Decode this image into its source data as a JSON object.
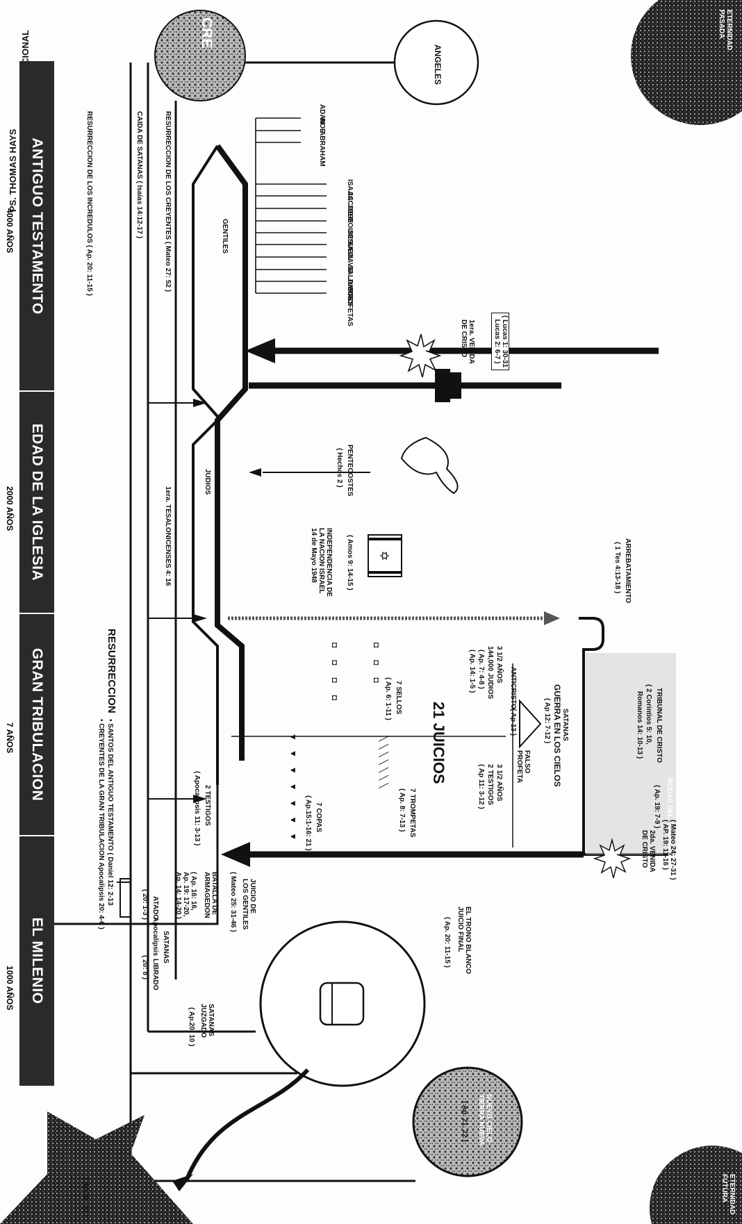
{
  "credits": {
    "author": "PS. THOMAS HAYS",
    "ministry": "MINISTERIO PRECEPTO INTERNACIONAL"
  },
  "eternity": {
    "past_l1": "ETERNIDAD",
    "past_l2": "PASADA",
    "future_l1": "ETERNIDAD",
    "future_l2": "FUTURA"
  },
  "creation": "CRE",
  "angels": "ANGELES",
  "patriarchs": [
    "ADAN",
    "NOE",
    "ABRAHAM",
    "ISAAC",
    "JACOB",
    "JOSE",
    "MOISES",
    "JOSUE",
    "SAUL",
    "DAVID",
    "SALOMON",
    "JUECES",
    "PROFETAS"
  ],
  "lines": {
    "resurrection_unbelievers": "RESURRECCION DE LOS INCREDULOS  ( Ap. 20: 11-15 )",
    "fall_of_satan": "CAIDA DE SATANAS  ( Isaías 14:12-17 )",
    "resurrection_believers": "RESURRECCION DE LOS CREYENTES  ( Mateo 27: 52 )",
    "thessalonians": "1era. TESALONICENSES 4: 16"
  },
  "tracks": {
    "gentiles": "GENTILES",
    "judios": "JUDIOS"
  },
  "first_coming": {
    "title": "1era. VENIDA\nDE CRISTO",
    "refs": "( Lucas 1: 30-31\n  Lucas 2: 6-7 )"
  },
  "pentecost": {
    "title": "PENTECOSTES",
    "ref": "( Hechos 2 )"
  },
  "israel": {
    "ref": "( Amos 9: 14-15 )",
    "l1": "INDEPENDENCIA DE",
    "l2": "LA NACION ISRAEL",
    "l3": "14 de Mayo 1948"
  },
  "rapture": {
    "title": "ARREBATAMIENTO",
    "ref": "( 1 Tes 4:13-18 )"
  },
  "judgment_seat": {
    "title": "TRIBUNAL DE CRISTO",
    "ref1": "( 2 Corintios 5: 10,",
    "ref2": "Romanos 14: 10-13 )"
  },
  "wedding": {
    "title": "BODAS DEL CORDERO",
    "ref": "( Ap. 19: 7-9 )"
  },
  "war_in_heaven": {
    "title": "GUERRA EN LOS CIELOS",
    "ref": "( Ap 12: 7-12 )"
  },
  "trinity_of_evil": {
    "satan": "SATANAS",
    "antichrist": "ANTICRISTO",
    "antichrist_ref": "( Ap 13 )",
    "false_prophet": "FALSO\nPROFETA"
  },
  "tribulation": {
    "first_half": {
      "title": "3 1/2 AÑOS",
      "l1": "144,000 JUDIOS",
      "l2": "( Ap. 7: 4-8 )",
      "l3": "( Ap. 14: 1-5 )"
    },
    "second_half": {
      "title": "3 1/2 AÑOS",
      "l1": "2 TESTIGOS",
      "l2": "( Ap 11: 3-12 )"
    },
    "judgments_title": "21 JUICIOS",
    "seals": {
      "title": "7 SELLOS",
      "ref": "( Ap. 6: 1-11 )"
    },
    "trumpets": {
      "title": "7 TROMPETAS",
      "ref": "( Ap. 8: 7-13 )"
    },
    "bowls": {
      "title": "7 COPAS",
      "ref": "( Ap.15:1-16: 21 )"
    },
    "two_witnesses": {
      "title": "2 TESTIGOS",
      "ref": "( Apocalipsis 11: 3-13 )"
    }
  },
  "second_coming": {
    "title": "2da. VENIDA\nDE CRISTO",
    "refs": "( Mateo 24: 27-31 )\n( AP. 19: 11-16 )"
  },
  "judgment_gentiles": {
    "title": "JUICIO DE\nLOS GENTILES",
    "ref": "( Mateo 25: 31-46 )"
  },
  "armageddon": {
    "title": "BATALLA DE\nARMAGEDON",
    "refs": "( Ap. 16: 16,\nAp. 19: 17-20,\nAp. 14: 14-20 )"
  },
  "resurrection": {
    "title": "RESURRECCION",
    "l1": "• SANTOS DEL ANTIGUO TESTAMENTO     ( Daniel 12: 2-13",
    "l2": "• CREYENTES DE LA GRAN TRIBULACION    Apocalipsis 20: 4-6 )"
  },
  "satan_millennium": {
    "title": "SATANAS",
    "bound": "ATADO",
    "bound_ref": "( 20: 1-3 )",
    "book": "Apocalipsis",
    "loosed": "LIBRADO",
    "loosed_ref": "( 20: 8 )"
  },
  "satan_judged": {
    "title": "SATANAS\nJUZGADO",
    "ref": "( Ap.20: 10 )"
  },
  "white_throne": {
    "title": "EL TRONO BLANCO\nJUICIO FINAL",
    "ref": "( Ap. 20: 11-15 )"
  },
  "new_heaven": {
    "title": "NUEVO CIELO\nTIERRA NUEVA",
    "ref": "( Ap. 21, 22 )"
  },
  "lake_of_fire": {
    "ref": "( Ap.20: 10 )"
  },
  "eras": [
    {
      "name": "ANTIGUO TESTAMENTO",
      "duration": "4000 AÑOS"
    },
    {
      "name": "EDAD DE LA IGLESIA",
      "duration": "2000 AÑOS"
    },
    {
      "name": "GRAN TRIBULACION",
      "duration": "7 AÑOS"
    },
    {
      "name": "EL MILENIO",
      "duration": "1000 AÑOS"
    }
  ],
  "colors": {
    "ink": "#111111",
    "paper": "#fdfdfb",
    "band": "#2a2a2a"
  }
}
